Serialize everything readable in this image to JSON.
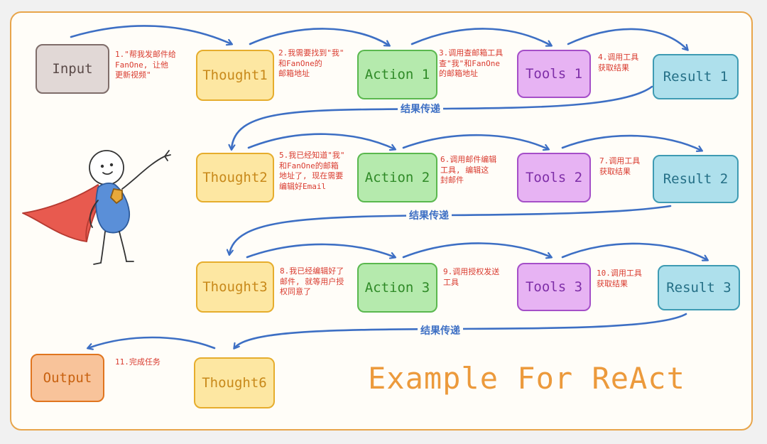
{
  "nodes": {
    "input": "Input",
    "thought1": "Thought1",
    "action1": "Action 1",
    "tools1": "Tools 1",
    "result1": "Result 1",
    "thought2": "Thought2",
    "action2": "Action 2",
    "tools2": "Tools 2",
    "result2": "Result 2",
    "thought3": "Thought3",
    "action3": "Action 3",
    "tools3": "Tools 3",
    "result3": "Result 3",
    "output": "Output",
    "thought6": "Thought6"
  },
  "notes": {
    "n1": "1.\"帮我发邮件给\nFanOne, 让他\n更新视频\"",
    "n2": "2.我需要找到\"我\"\n和FanOne的\n邮箱地址",
    "n3": "3.调用查邮箱工具\n查\"我\"和FanOne\n的邮箱地址",
    "n4": "4.调用工具\n获取结果",
    "n5": "5.我已经知道\"我\"\n和FanOne的邮箱\n地址了, 现在需要\n编辑好Email",
    "n6": "6.调用邮件编辑\n工具, 编辑这\n封邮件",
    "n7": "7.调用工具\n获取结果",
    "n8": "8.我已经编辑好了\n邮件, 就等用户授\n权同意了",
    "n9": "9.调用授权发送\n工具",
    "n10": "10.调用工具\n获取结果",
    "n11": "11.完成任务"
  },
  "pass_labels": {
    "p1": "结果传递",
    "p2": "结果传递",
    "p3": "结果传递"
  },
  "title": "Example For ReAct",
  "colors": {
    "arrow": "#3d6fc4",
    "note": "#d93b2f",
    "title": "#ec9a3c",
    "frame": "#e8a54b"
  }
}
